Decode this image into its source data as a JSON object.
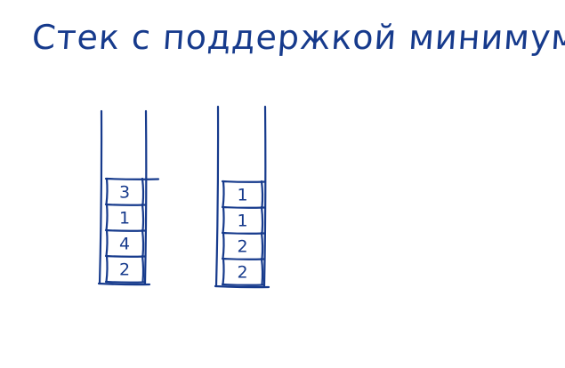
{
  "title": "Стек с поддержкой минимума",
  "ink_color": "#163a8c",
  "stacks": [
    {
      "name": "main-stack",
      "cells": [
        "3",
        "1",
        "4",
        "2"
      ]
    },
    {
      "name": "min-stack",
      "cells": [
        "1",
        "1",
        "2",
        "2"
      ]
    }
  ]
}
